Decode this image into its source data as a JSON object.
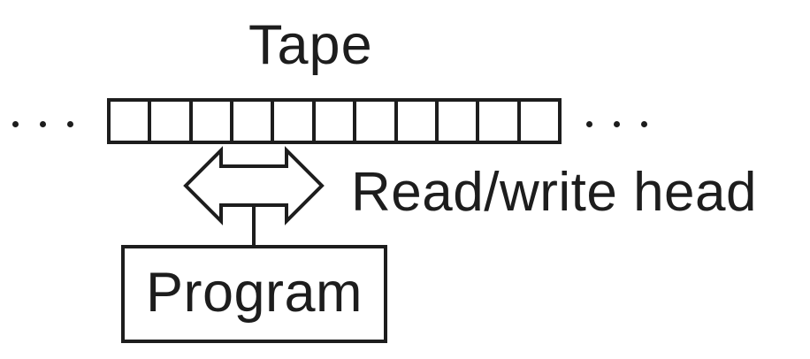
{
  "diagram": {
    "type": "turing-machine",
    "tape": {
      "label": "Tape",
      "cell_count": 11,
      "cell_values": [
        "",
        "",
        "",
        "",
        "",
        "",
        "",
        "",
        "",
        "",
        ""
      ],
      "ellipsis_left": "· · ·",
      "ellipsis_right": "· · ·"
    },
    "head": {
      "label": "Read/write head",
      "arrow_direction": "left-right"
    },
    "program": {
      "label": "Program"
    },
    "colors": {
      "ink": "#1d1d1d",
      "background": "#ffffff"
    }
  }
}
